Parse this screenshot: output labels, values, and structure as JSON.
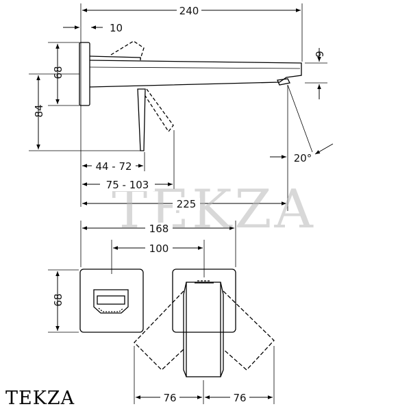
{
  "watermark": "TEKZA",
  "logo_text": "TEKZA",
  "side_view": {
    "dims": {
      "overall_length": "240",
      "plate_thickness": "10",
      "plate_height": "68",
      "spout_height": "9",
      "lever_drop": "84",
      "angle": "20°",
      "lever_depth": "44 - 72",
      "lever_swing": "75 - 103",
      "spout_reach": "225"
    }
  },
  "front_view": {
    "dims": {
      "plate_spacing": "168",
      "center_spacing": "100",
      "plate_size": "68",
      "lever_swing_left": "76",
      "lever_swing_right": "76"
    }
  }
}
